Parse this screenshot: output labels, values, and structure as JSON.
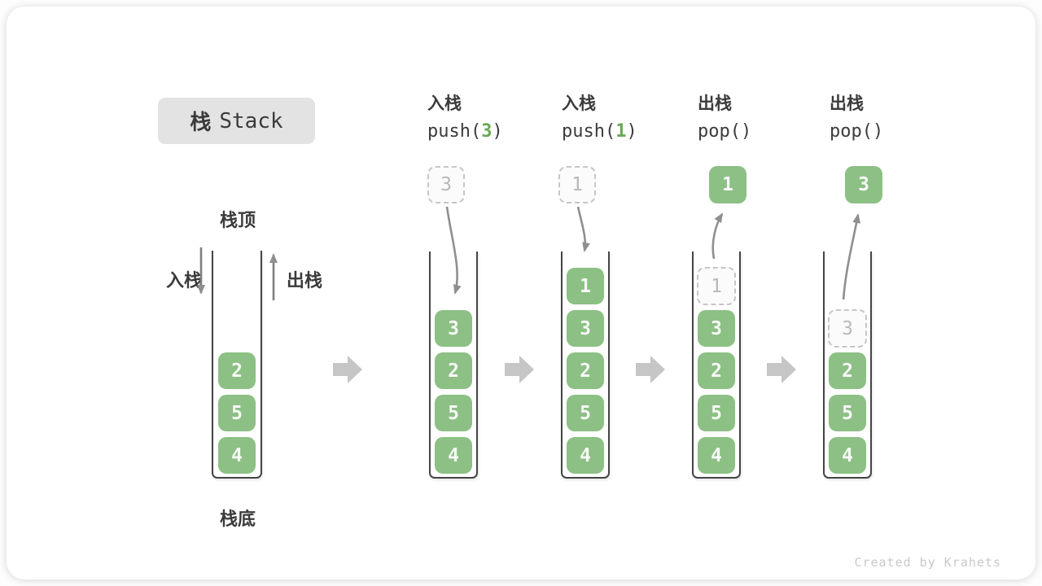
{
  "title": {
    "zh": "栈",
    "en": "Stack"
  },
  "annotations": {
    "stack_top": "栈顶",
    "stack_bottom": "栈底",
    "push_label": "入栈",
    "pop_label": "出栈"
  },
  "stages": [
    {
      "name": "initial",
      "cells": [
        "2",
        "5",
        "4"
      ]
    },
    {
      "name": "push-3",
      "op": {
        "zh": "入栈",
        "pre": "push(",
        "arg": "3",
        "post": ")"
      },
      "floating": "3",
      "cells": [
        "3",
        "2",
        "5",
        "4"
      ]
    },
    {
      "name": "push-1",
      "op": {
        "zh": "入栈",
        "pre": "push(",
        "arg": "1",
        "post": ")"
      },
      "floating": "1",
      "cells": [
        "1",
        "3",
        "2",
        "5",
        "4"
      ]
    },
    {
      "name": "pop-1",
      "op": {
        "zh": "出栈",
        "pre": "pop()",
        "arg": "",
        "post": ""
      },
      "floating": "1",
      "ghost": "1",
      "cells": [
        "3",
        "2",
        "5",
        "4"
      ]
    },
    {
      "name": "pop-3",
      "op": {
        "zh": "出栈",
        "pre": "pop()",
        "arg": "",
        "post": ""
      },
      "floating": "3",
      "ghost": "3",
      "cells": [
        "2",
        "5",
        "4"
      ]
    }
  ],
  "footer": {
    "credit": "Created by Krahets"
  },
  "colors": {
    "cell_green": "#8cc084",
    "code_arg_green": "#69a855",
    "ghost_border": "#c6c6c6",
    "ghost_text": "#b8b8b8",
    "container_outline": "#454545",
    "flow_block_arrow": "#c6c6c6",
    "curved_arrow": "#8f8f8f",
    "text_ink": "#3b3b3b",
    "title_bg": "#e3e3e3",
    "credit_text": "#c9c9c9"
  }
}
